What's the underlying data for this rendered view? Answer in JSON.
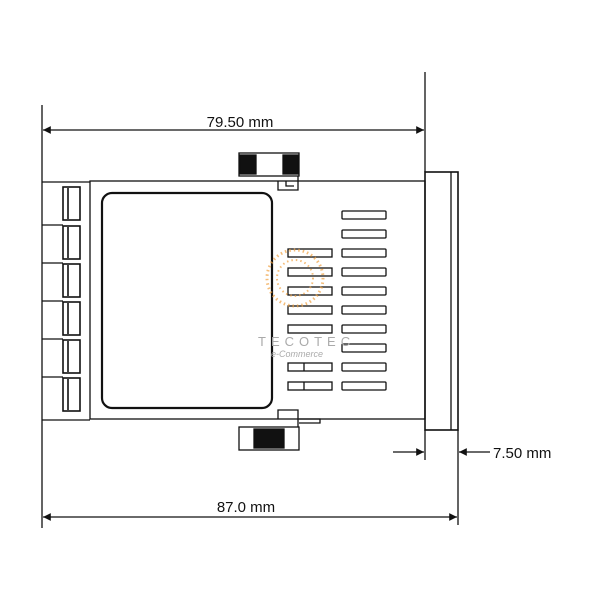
{
  "dimensions": {
    "top_width": "79.50 mm",
    "bottom_width": "87.0 mm",
    "bezel_depth": "7.50 mm"
  },
  "watermark": {
    "brand": "TECOTEC",
    "tagline": "e-Commerce"
  },
  "colors": {
    "line": "#111111",
    "watermark_accent": "#f0a040"
  }
}
